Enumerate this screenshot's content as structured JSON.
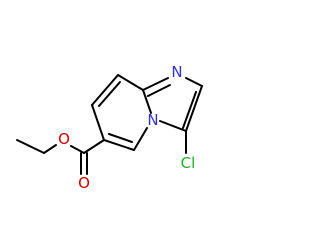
{
  "atoms": {
    "n_imidazole": {
      "symbol": "N",
      "color": "#3333cc"
    },
    "n_bridgehead": {
      "symbol": "N",
      "color": "#3333cc"
    },
    "chlorine": {
      "symbol": "Cl",
      "color": "#22aa22"
    },
    "o_ester": {
      "symbol": "O",
      "color": "#cc0000"
    },
    "o_carbonyl": {
      "symbol": "O",
      "color": "#cc0000"
    }
  },
  "colors": {
    "bond": "#000000",
    "background": "#ffffff"
  }
}
